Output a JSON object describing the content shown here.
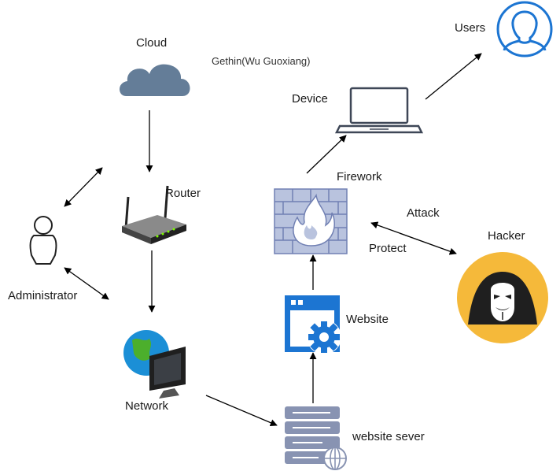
{
  "diagram": {
    "author": "Gethin(Wu Guoxiang)",
    "nodes": {
      "cloud": {
        "label": "Cloud",
        "icon": "cloud-icon"
      },
      "router": {
        "label": "Router",
        "icon": "router-icon"
      },
      "administrator": {
        "label": "Administrator",
        "icon": "person-outline-icon"
      },
      "network": {
        "label": "Network",
        "icon": "globe-monitor-icon"
      },
      "website_server": {
        "label": "website sever",
        "icon": "server-globe-icon"
      },
      "website": {
        "label": "Website",
        "icon": "browser-gear-icon"
      },
      "firewall": {
        "label": "Firework",
        "icon": "firewall-icon"
      },
      "device": {
        "label": "Device",
        "icon": "laptop-icon"
      },
      "users": {
        "label": "Users",
        "icon": "user-circle-icon"
      },
      "hacker": {
        "label": "Hacker",
        "icon": "anonymous-mask-icon"
      }
    },
    "edge_labels": {
      "attack": "Attack",
      "protect": "Protect"
    },
    "colors": {
      "cloud": "#647d98",
      "blue_icon": "#1c75d2",
      "firewall": "#b9c3de",
      "firewall_stroke": "#7180b3",
      "server": "#8893b2",
      "hacker_bg": "#f5b93a",
      "arrow": "#000000"
    }
  }
}
